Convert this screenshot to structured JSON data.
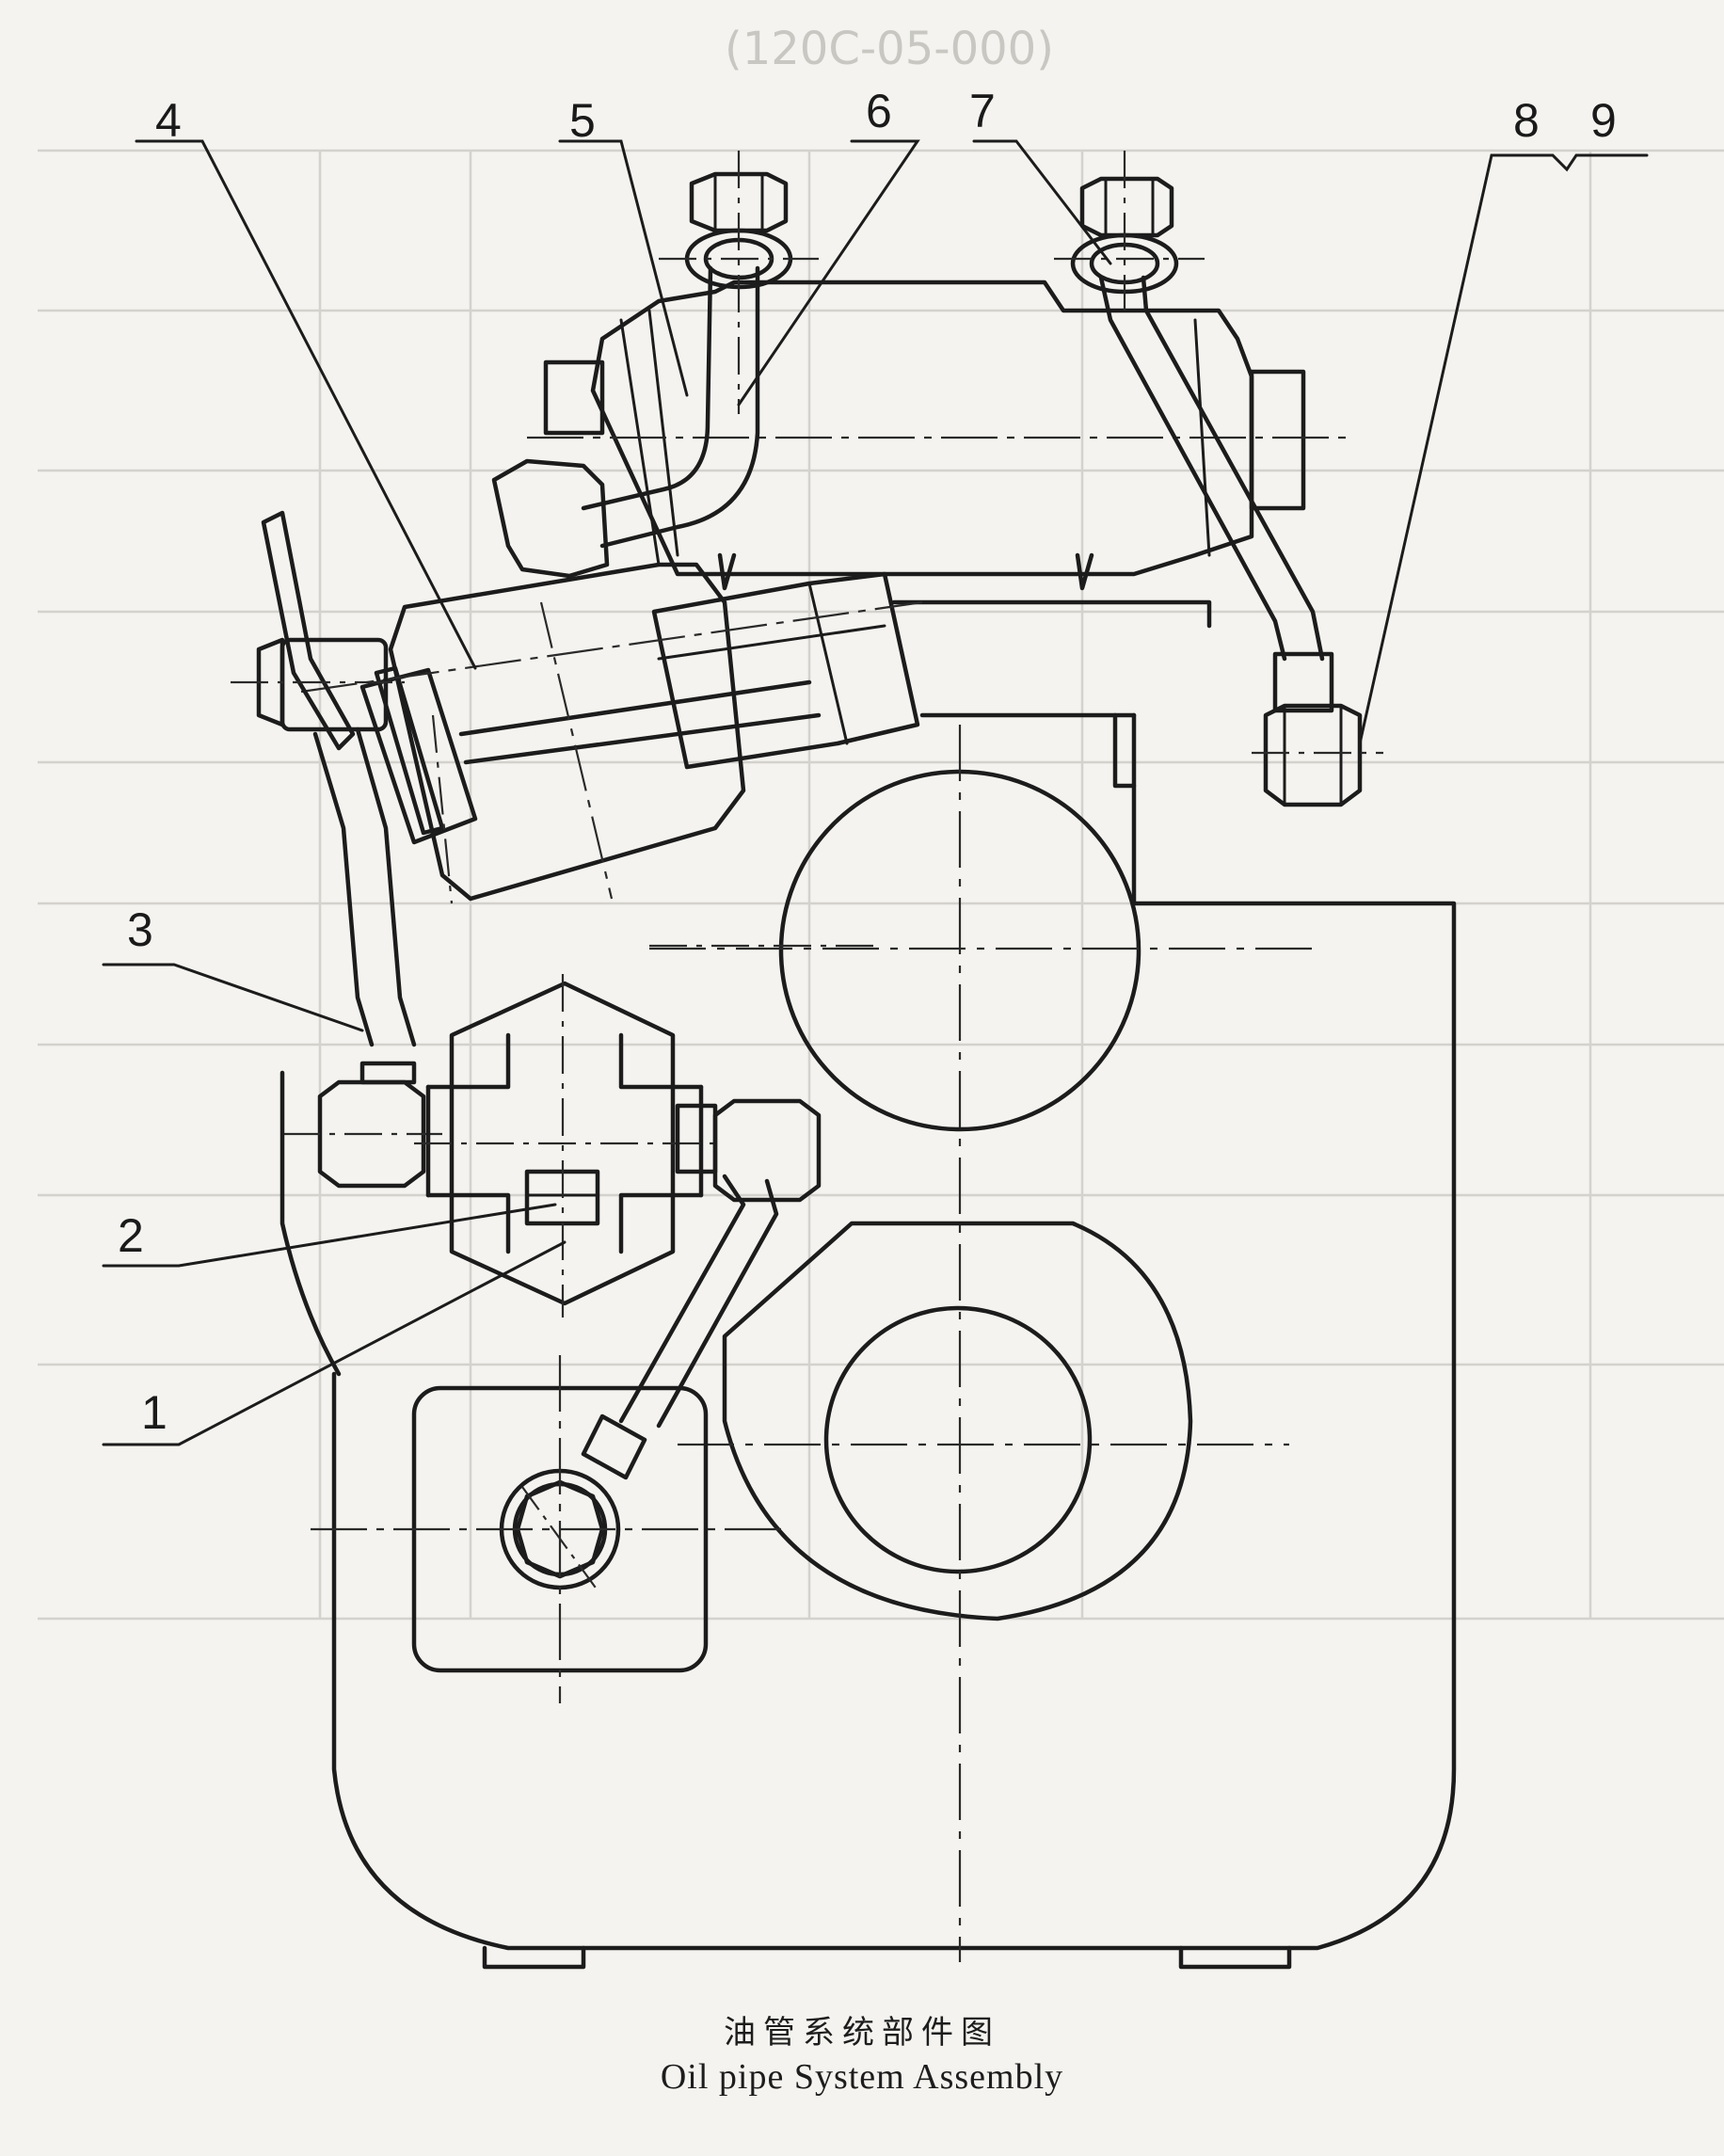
{
  "figure": {
    "caption_cn": "油管系统部件图",
    "caption_en": "Oil pipe System Assembly"
  },
  "callouts": [
    {
      "label": "1"
    },
    {
      "label": "2"
    },
    {
      "label": "3"
    },
    {
      "label": "4"
    },
    {
      "label": "5"
    },
    {
      "label": "6"
    },
    {
      "label": "7"
    },
    {
      "label": "8"
    },
    {
      "label": "9"
    }
  ],
  "bleed_through": {
    "heading": "(120C-05-000)"
  }
}
